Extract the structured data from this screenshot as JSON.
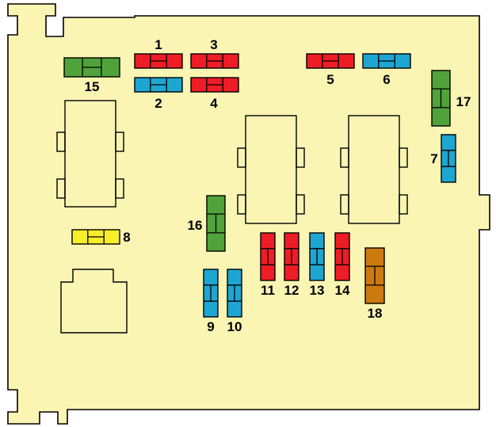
{
  "colors": {
    "board": "#fbf5b4",
    "red": "#ee1c25",
    "blue": "#1ea6d2",
    "green": "#4fa33a",
    "yellow": "#f7ee2a",
    "orange": "#cc7a10"
  },
  "fuses": [
    {
      "label": "1",
      "color": "red"
    },
    {
      "label": "2",
      "color": "blue"
    },
    {
      "label": "3",
      "color": "red"
    },
    {
      "label": "4",
      "color": "red"
    },
    {
      "label": "5",
      "color": "red"
    },
    {
      "label": "6",
      "color": "blue"
    },
    {
      "label": "7",
      "color": "blue"
    },
    {
      "label": "8",
      "color": "yellow"
    },
    {
      "label": "9",
      "color": "blue"
    },
    {
      "label": "10",
      "color": "blue"
    },
    {
      "label": "11",
      "color": "red"
    },
    {
      "label": "12",
      "color": "red"
    },
    {
      "label": "13",
      "color": "blue"
    },
    {
      "label": "14",
      "color": "red"
    },
    {
      "label": "15",
      "color": "green"
    },
    {
      "label": "16",
      "color": "green"
    },
    {
      "label": "17",
      "color": "green"
    },
    {
      "label": "18",
      "color": "orange"
    }
  ]
}
